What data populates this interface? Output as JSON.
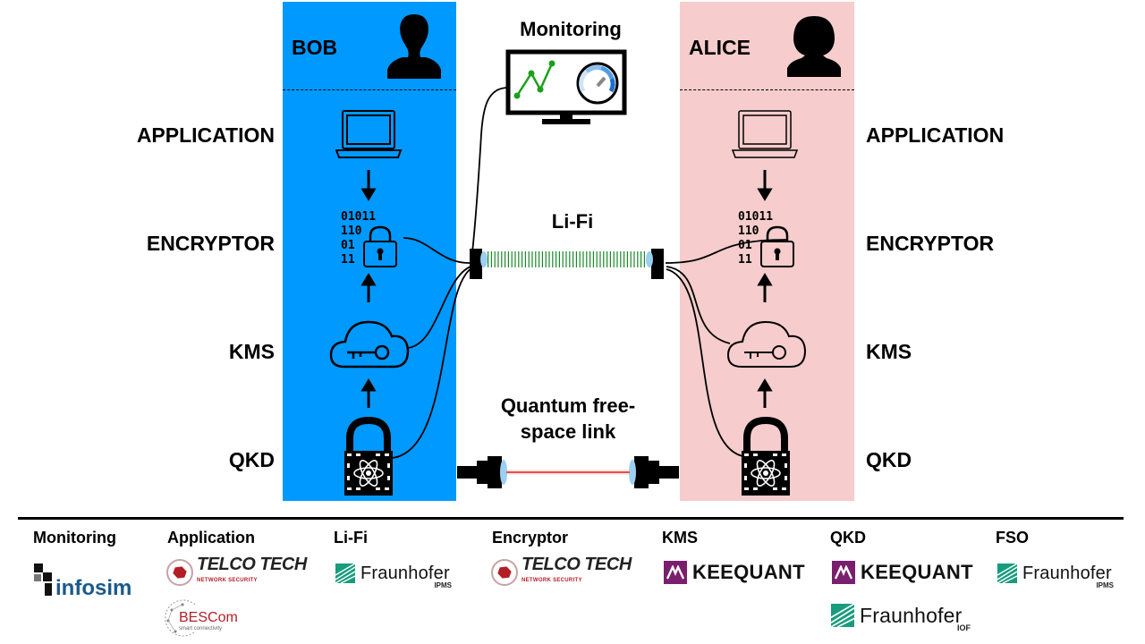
{
  "bob": {
    "name": "BOB",
    "color": "#0099ff"
  },
  "alice": {
    "name": "ALICE",
    "color": "#f6cccc"
  },
  "layers": {
    "application": "APPLICATION",
    "encryptor": "ENCRYPTOR",
    "kms": "KMS",
    "qkd": "QKD"
  },
  "center": {
    "monitoring": "Monitoring",
    "lifi": "Li-Fi",
    "quantum_line1": "Quantum free-",
    "quantum_line2": "space link"
  },
  "binary": {
    "row1": "01011",
    "row2": "110",
    "row3": "01",
    "row4": "11"
  },
  "icons": [
    "person-male-icon",
    "person-female-icon",
    "laptop-icon",
    "lock-icon",
    "cloud-key-icon",
    "quantum-lock-icon",
    "monitor-chart-icon",
    "gauge-icon",
    "telescope-icon"
  ],
  "colors": {
    "lifi_beam": "#1a8a2a",
    "quantum_beam": "#e01b1b",
    "chart_line": "#1aa01a",
    "gauge_accent": "#1a6fd0"
  },
  "footer": {
    "columns": [
      {
        "heading": "Monitoring",
        "logos": [
          "infosim"
        ]
      },
      {
        "heading": "Application",
        "logos": [
          "TELCO TECH",
          "BESCom"
        ]
      },
      {
        "heading": "Li-Fi",
        "logos": [
          "Fraunhofer"
        ]
      },
      {
        "heading": "Encryptor",
        "logos": [
          "TELCO TECH"
        ]
      },
      {
        "heading": "KMS",
        "logos": [
          "KEEQUANT"
        ]
      },
      {
        "heading": "QKD",
        "logos": [
          "KEEQUANT",
          "Fraunhofer"
        ]
      },
      {
        "heading": "FSO",
        "logos": [
          "Fraunhofer"
        ]
      }
    ],
    "logo_text": {
      "infosim": "infosim",
      "telcotech": "TELCO TECH",
      "telcotech_sub": "NETWORK SECURITY",
      "bescom": "BESCom",
      "bescom_sub": "smart connectivity",
      "fraunhofer": "Fraunhofer",
      "ipms": "IPMS",
      "iof": "IOF",
      "keequant": "KEEQUANT"
    }
  }
}
